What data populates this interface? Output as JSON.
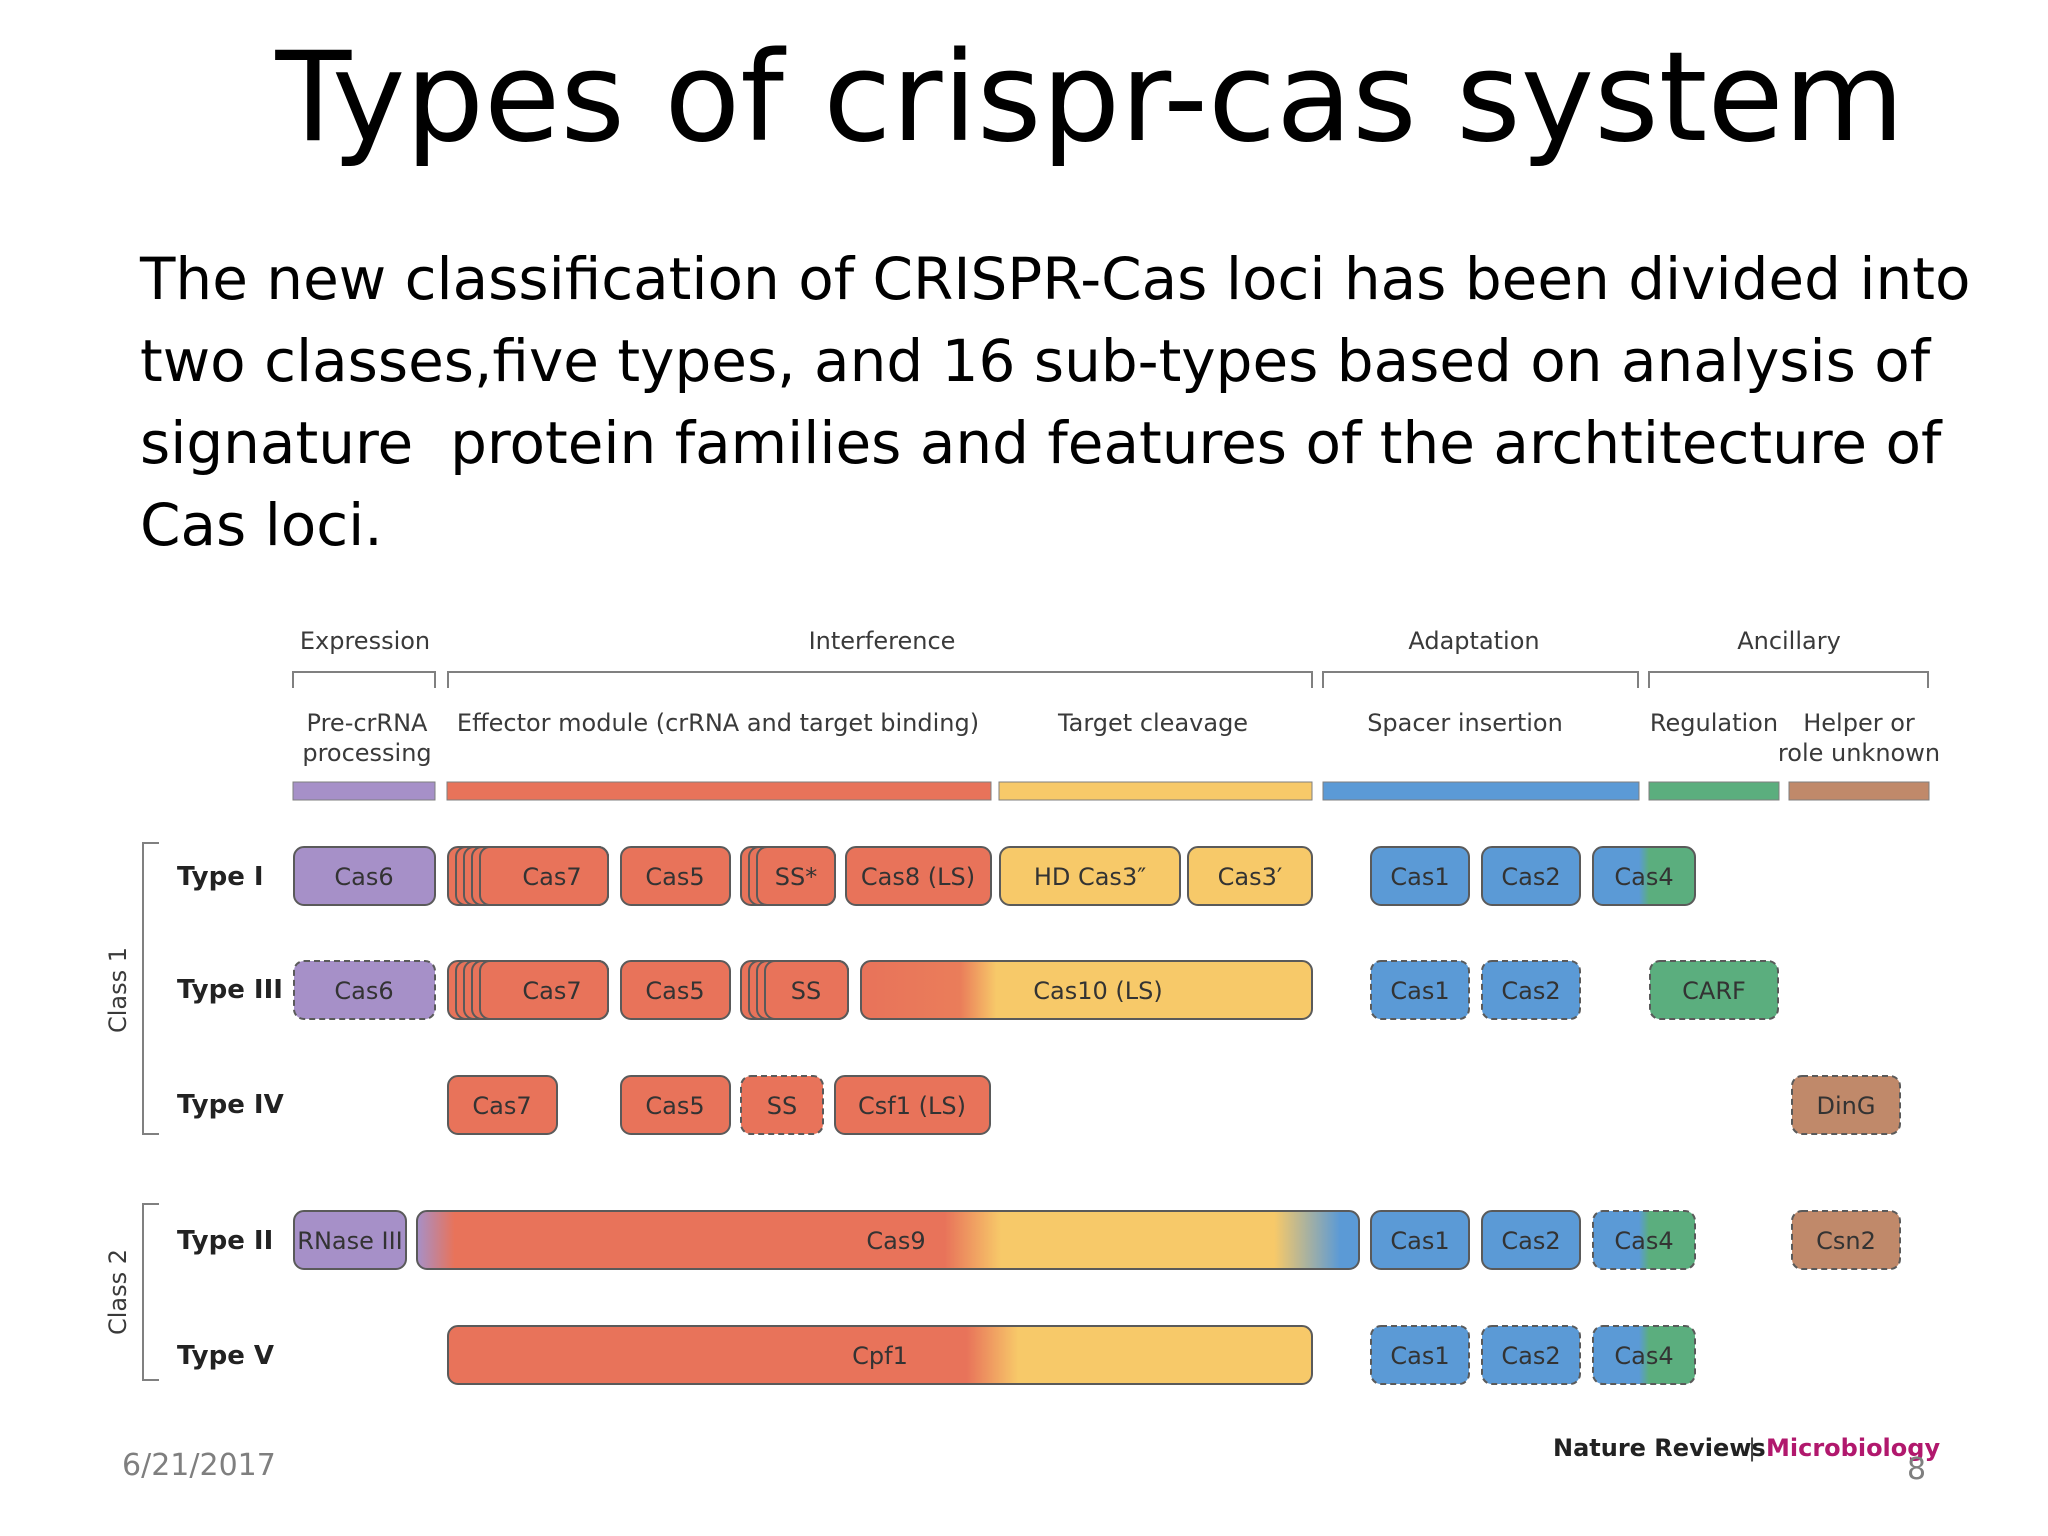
{
  "slide": {
    "title": "Types of crispr-cas system",
    "body_lines": [
      "The new classification of CRISPR-Cas loci has been divided into",
      "two classes,five types, and 16 sub-types based on analysis of",
      "signature  protein families and features of the archtitecture of",
      "Cas loci."
    ],
    "date": "6/21/2017",
    "page_number": "8"
  },
  "figure": {
    "credit_journal": "Nature Reviews",
    "credit_separator": "|",
    "credit_topic": "Microbiology",
    "colors": {
      "purple": "#a690c8",
      "red": "#e8735a",
      "yellow": "#f7c969",
      "blue": "#5b9ad6",
      "green": "#5bae7e",
      "brown": "#c0896a"
    },
    "headers": {
      "expression": "Expression",
      "interference": "Interference",
      "adaptation": "Adaptation",
      "ancillary": "Ancillary"
    },
    "subheaders": {
      "pre_crrna_line1": "Pre-crRNA",
      "pre_crrna_line2": "processing",
      "effector": "Effector module (crRNA and target binding)",
      "target_cleavage": "Target cleavage",
      "spacer_insertion": "Spacer insertion",
      "regulation": "Regulation",
      "helper_line1": "Helper or",
      "helper_line2": "role unknown"
    },
    "classes": {
      "class1": "Class 1",
      "class2": "Class 2"
    },
    "types": {
      "type1": {
        "label": "Type I",
        "cas6": "Cas6",
        "cas7": "Cas7",
        "cas5": "Cas5",
        "ss": "SS*",
        "cas8": "Cas8 (LS)",
        "hdcas3": "HD Cas3″",
        "cas3": "Cas3′",
        "cas1": "Cas1",
        "cas2": "Cas2",
        "cas4": "Cas4"
      },
      "type3": {
        "label": "Type III",
        "cas6": "Cas6",
        "cas7": "Cas7",
        "cas5": "Cas5",
        "ss": "SS",
        "cas10": "Cas10 (LS)",
        "cas1": "Cas1",
        "cas2": "Cas2",
        "carf": "CARF"
      },
      "type4": {
        "label": "Type IV",
        "cas7": "Cas7",
        "cas5": "Cas5",
        "ss": "SS",
        "csf1": "Csf1 (LS)",
        "ding": "DinG"
      },
      "type2": {
        "label": "Type II",
        "rnase": "RNase III",
        "cas9": "Cas9",
        "cas1": "Cas1",
        "cas2": "Cas2",
        "cas4": "Cas4",
        "csn2": "Csn2"
      },
      "type5": {
        "label": "Type V",
        "cpf1": "Cpf1",
        "cas1": "Cas1",
        "cas2": "Cas2",
        "cas4": "Cas4"
      }
    }
  }
}
